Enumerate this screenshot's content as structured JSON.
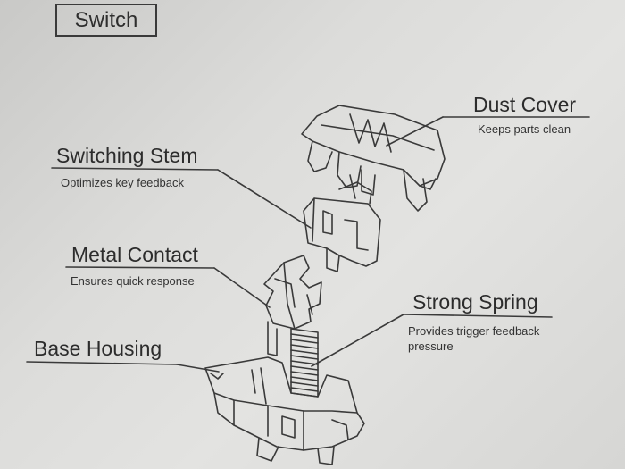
{
  "title": "Switch",
  "parts": [
    {
      "name": "Dust Cover",
      "description": "Keeps parts clean"
    },
    {
      "name": "Switching Stem",
      "description": "Optimizes key feedback"
    },
    {
      "name": "Metal Contact",
      "description": "Ensures quick response"
    },
    {
      "name": "Strong Spring",
      "description": "Provides trigger feedback",
      "description_2": "pressure"
    },
    {
      "name": "Base Housing",
      "description": ""
    }
  ]
}
